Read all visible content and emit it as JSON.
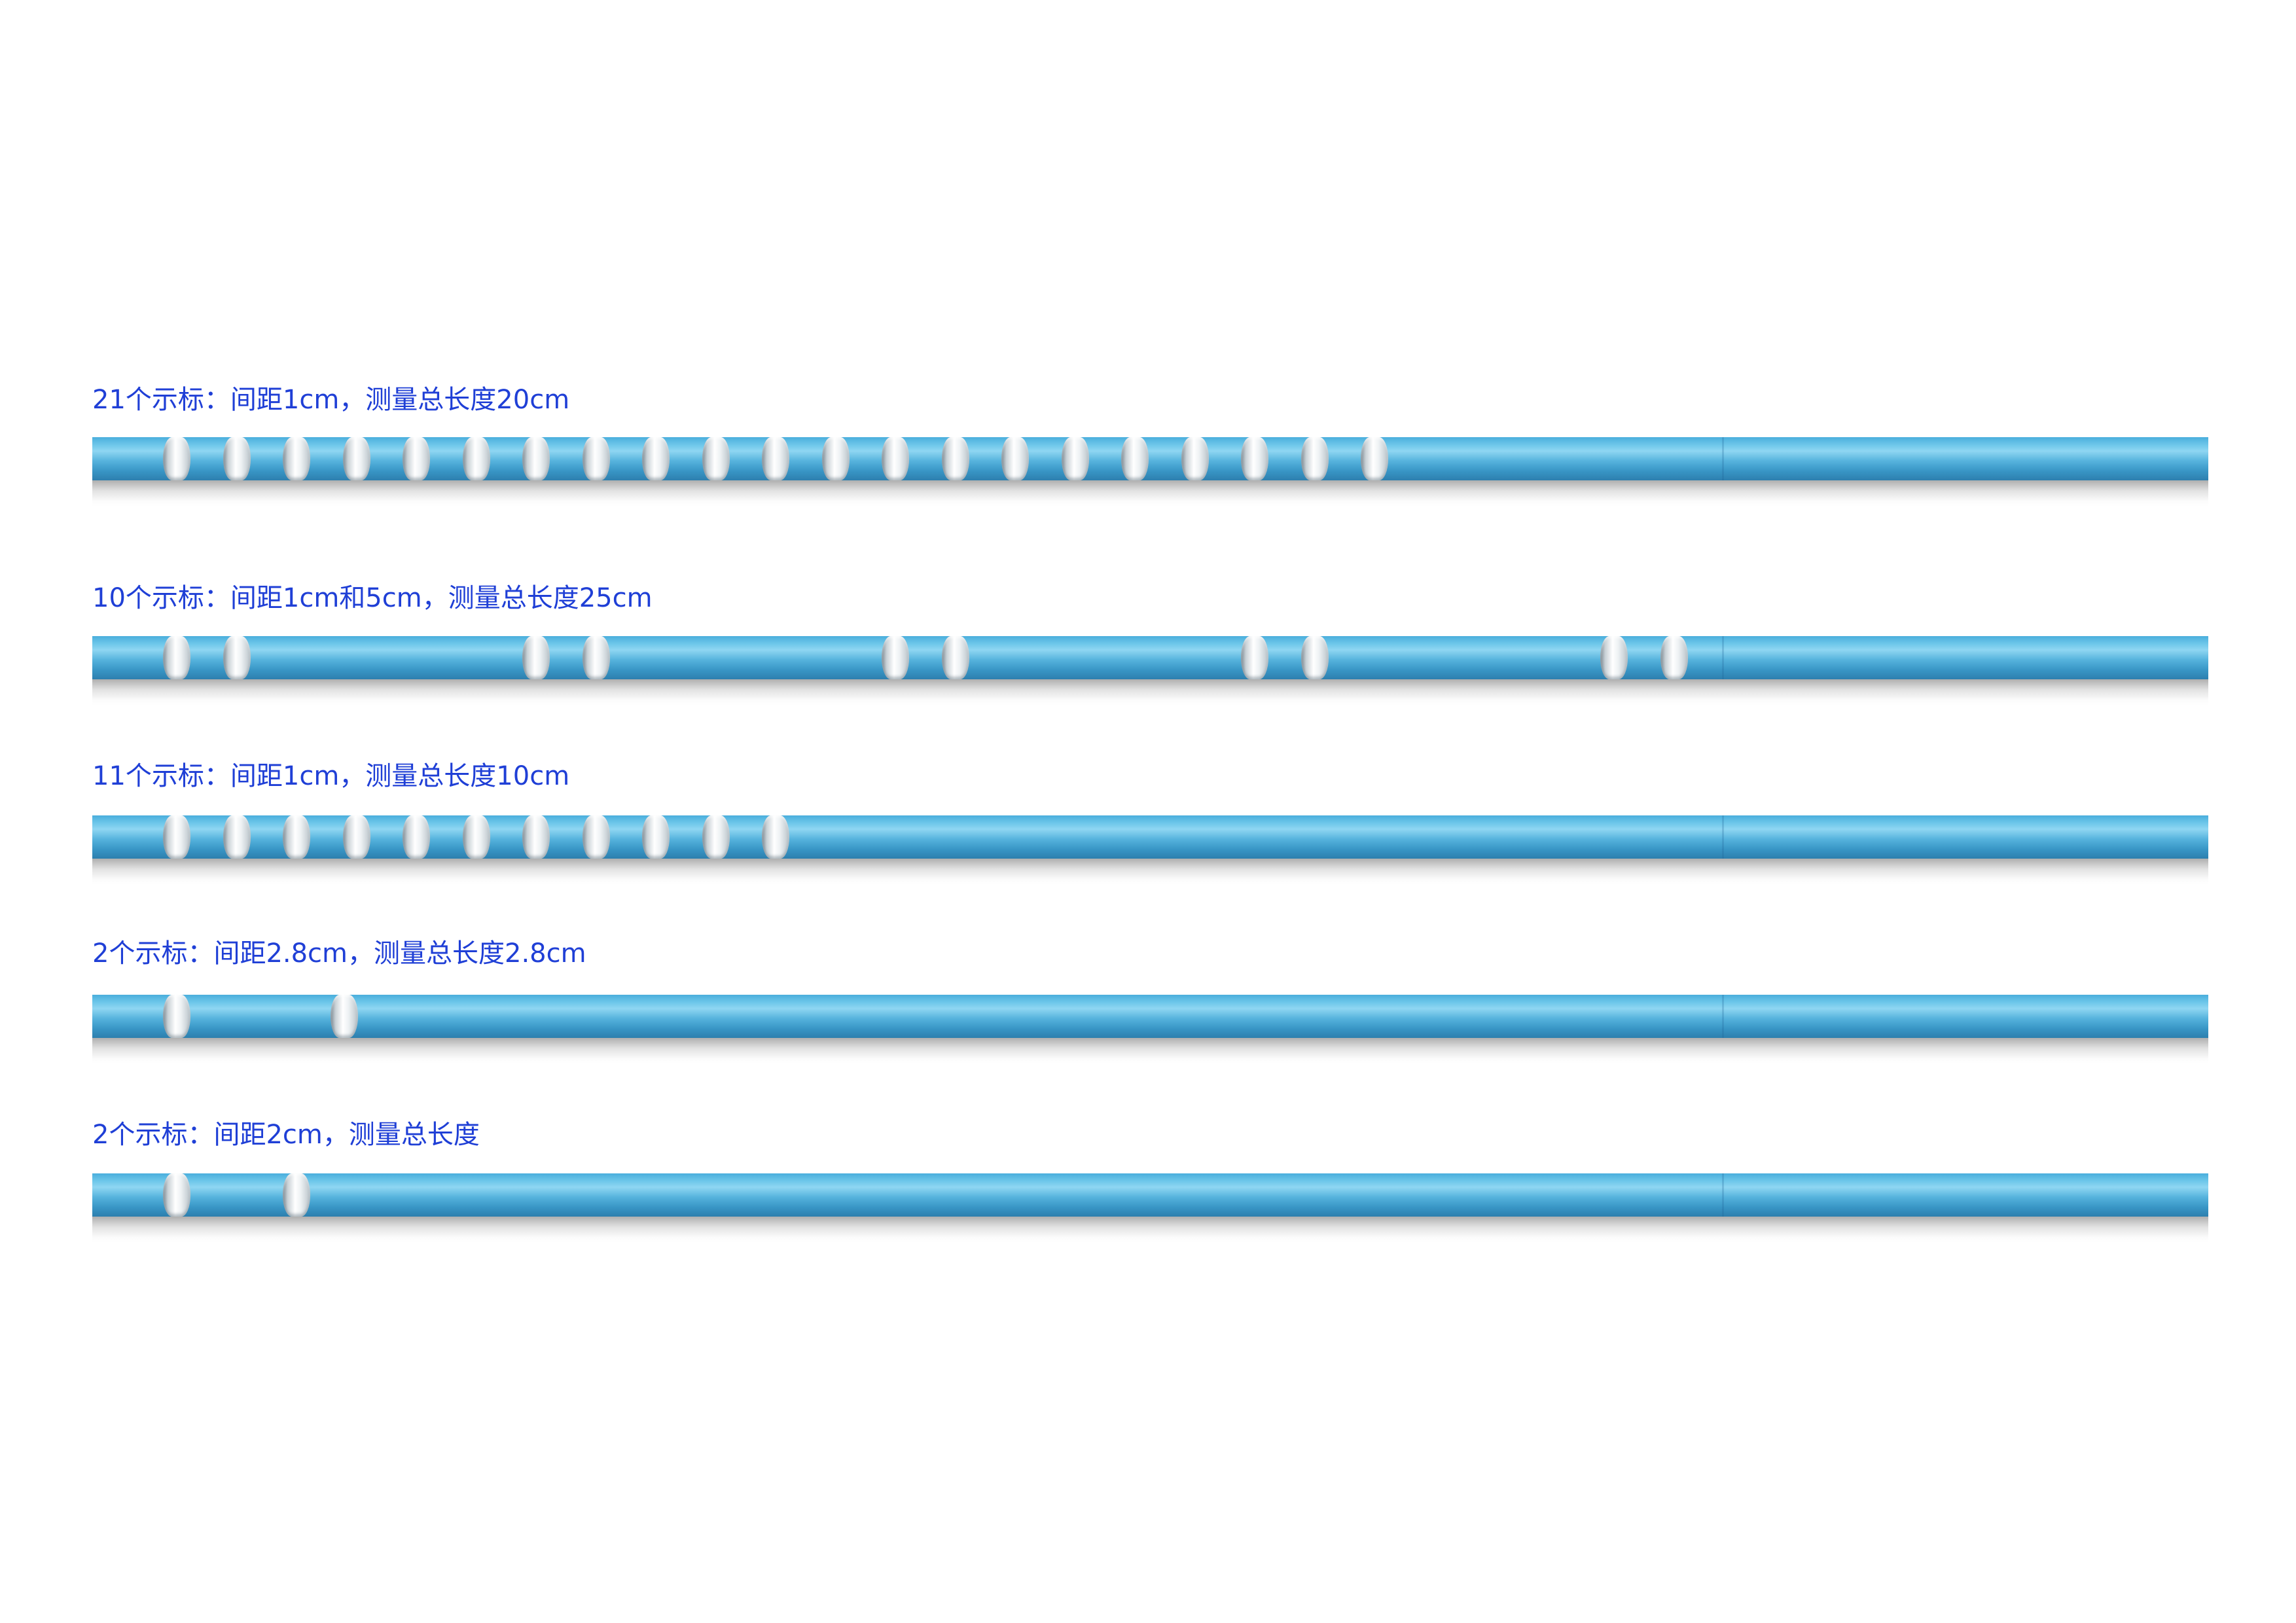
{
  "rods": [
    {
      "label": "21个示标：间距1cm，测量总长度20cm",
      "band_count": 21,
      "band_positions_cm": [
        0,
        1,
        2,
        3,
        4,
        5,
        6,
        7,
        8,
        9,
        10,
        11,
        12,
        13,
        14,
        15,
        16,
        17,
        18,
        19,
        20
      ]
    },
    {
      "label": "10个示标：间距1cm和5cm，测量总长度25cm",
      "band_count": 10,
      "band_positions_cm": [
        0,
        1,
        6,
        7,
        12,
        13,
        18,
        19,
        24,
        25
      ]
    },
    {
      "label": "11个示标：间距1cm，测量总长度10cm",
      "band_count": 11,
      "band_positions_cm": [
        0,
        1,
        2,
        3,
        4,
        5,
        6,
        7,
        8,
        9,
        10
      ]
    },
    {
      "label": "2个示标：间距2.8cm，测量总长度2.8cm",
      "band_count": 2,
      "band_positions_cm": [
        0,
        2.8
      ]
    },
    {
      "label": "2个示标：间距2cm，测量总长度",
      "band_count": 2,
      "band_positions_cm": [
        0,
        2
      ]
    }
  ],
  "colors": {
    "label": "#1f3fd6",
    "rod": "#4aaedc",
    "band": "#ffffff"
  }
}
